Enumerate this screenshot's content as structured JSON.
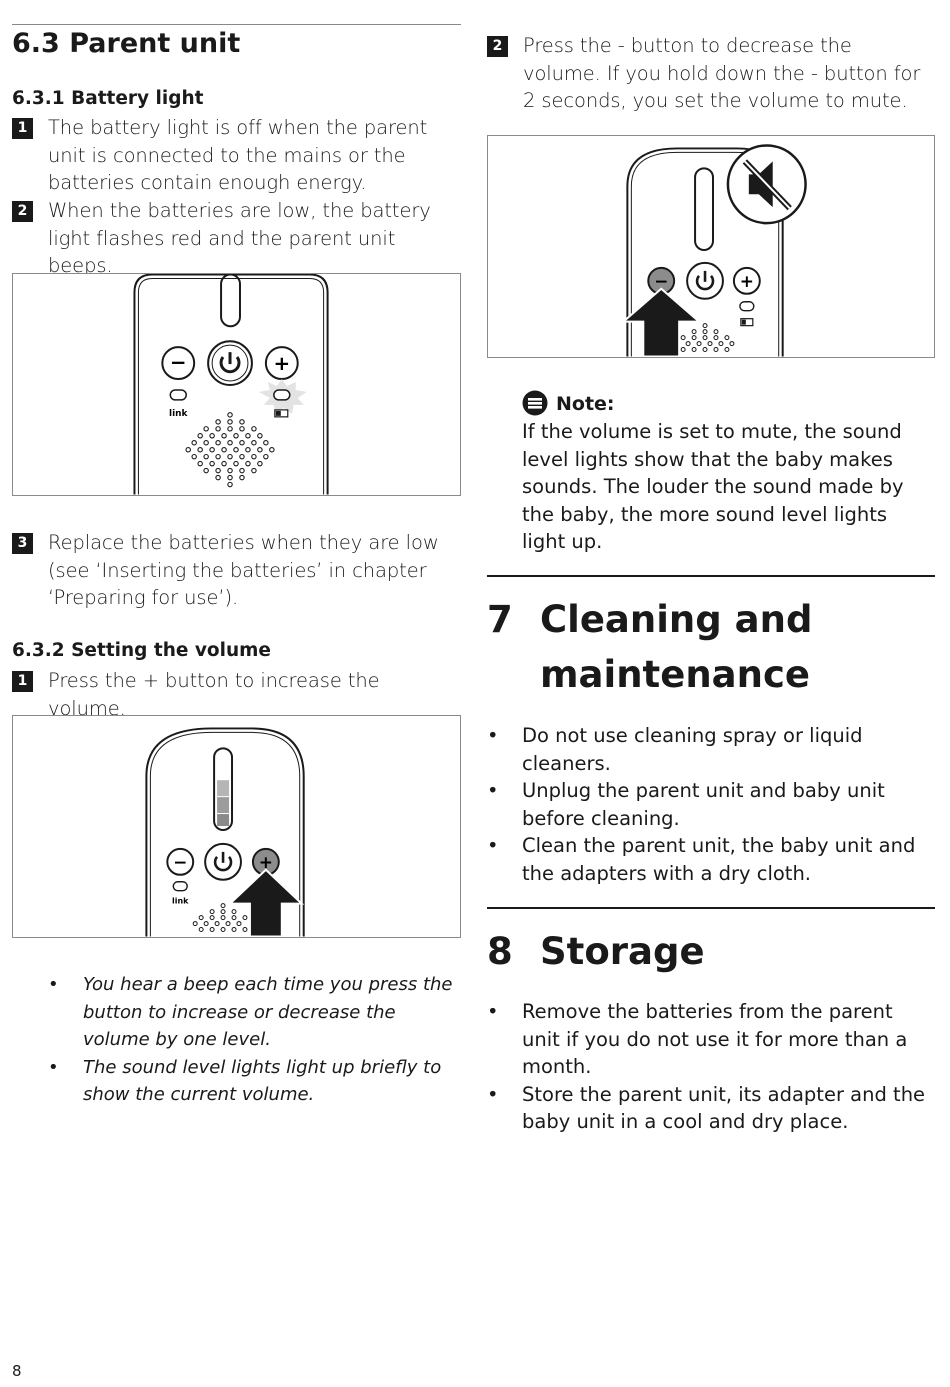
{
  "left": {
    "section_title": "6.3  Parent unit",
    "battery_light": {
      "title": "6.3.1 Battery light",
      "steps": [
        {
          "num": "1",
          "text": "The battery light is off when the parent unit is connected to the mains or the batteries contain enough energy."
        },
        {
          "num": "2",
          "text": "When the batteries are low, the battery light flashes red and the parent unit beeps."
        }
      ],
      "figure_labels": {
        "link": "link",
        "minus": "−",
        "plus": "+"
      },
      "step3": {
        "num": "3",
        "text": "Replace the batteries when they are low (see ‘Inserting the batteries’ in chapter ‘Preparing for use’)."
      }
    },
    "volume": {
      "title": "6.3.2 Setting the volume",
      "step1": {
        "num": "1",
        "text": "Press the + button to increase the volume."
      },
      "figure_labels": {
        "link": "link",
        "minus": "−",
        "plus": "+"
      },
      "bullets": [
        "You hear a beep each time you press the button to increase or decrease the volume by one level.",
        "The sound level lights light up briefly to show the current volume."
      ]
    }
  },
  "right": {
    "step2": {
      "num": "2",
      "text": "Press the - button to decrease the volume. If you hold down the - button for 2 seconds, you set the volume to mute."
    },
    "figure_labels": {
      "minus": "−",
      "plus": "+"
    },
    "note": {
      "label": "Note:",
      "text": "If the volume is set to mute, the sound level lights show that the baby makes sounds. The louder the sound made by the baby, the more sound level lights light up."
    },
    "cleaning": {
      "num": "7",
      "title_line1": "Cleaning and",
      "title_line2": "maintenance",
      "bullets": [
        "Do not use cleaning spray or liquid cleaners.",
        "Unplug the parent unit and baby unit before cleaning.",
        "Clean the parent unit, the baby unit and the adapters with a dry cloth."
      ]
    },
    "storage": {
      "num": "8",
      "title": "Storage",
      "bullets": [
        "Remove the batteries from the parent unit if you do not use it for more than a month.",
        "Store the parent unit, its adapter and the baby unit in a cool and dry place."
      ]
    }
  },
  "bullet_char": "•",
  "page_number": "8",
  "colors": {
    "text": "#1a1a1a",
    "rule": "#888888",
    "highlight_button": "#8c8c8c"
  }
}
